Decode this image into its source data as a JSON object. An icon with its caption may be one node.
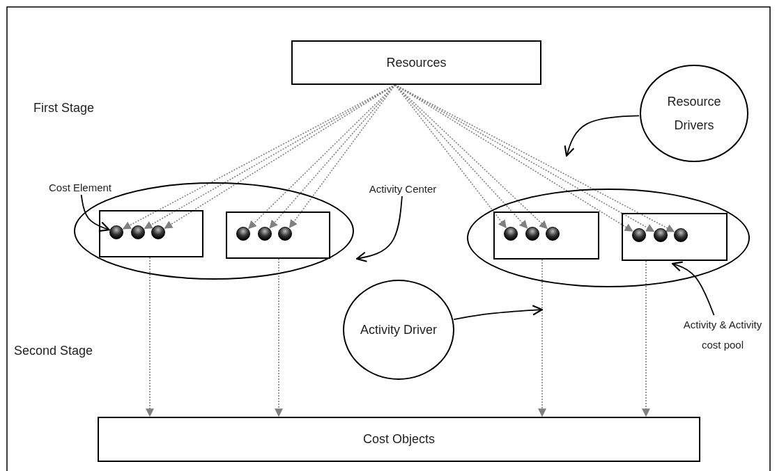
{
  "diagram": {
    "nodes": [
      {
        "text": [
          "Resources"
        ]
      },
      {
        "text": [
          "Resource Drivers"
        ]
      },
      {
        "text": [
          "Cost Element"
        ]
      },
      {
        "text": [
          "Activity Center"
        ]
      },
      {
        "text": [],
        "shape": "ellipse"
      },
      {
        "text": [],
        "shape": "box",
        "in": 4
      },
      {
        "text": [],
        "shape": "box",
        "in": 4
      },
      {
        "text": [],
        "shape": "ellipse"
      },
      {
        "text": [],
        "shape": "box",
        "in": 7
      },
      {
        "text": [],
        "shape": "box",
        "in": 7
      },
      {
        "text": [
          "Activity Driver"
        ]
      },
      {
        "text": [
          "Activity & Activity cost pool"
        ]
      },
      {
        "text": [
          "Cost Objects"
        ]
      },
      {
        "text": [],
        "shape": "circle",
        "in": 5
      },
      {
        "text": [],
        "shape": "circle",
        "in": 5
      },
      {
        "text": [],
        "shape": "circle",
        "in": 5
      },
      {
        "text": [],
        "shape": "circle",
        "in": 6
      },
      {
        "text": [],
        "shape": "circle",
        "in": 6
      },
      {
        "text": [],
        "shape": "circle",
        "in": 6
      },
      {
        "text": [],
        "shape": "circle",
        "in": 8
      },
      {
        "text": [],
        "shape": "circle",
        "in": 8
      },
      {
        "text": [],
        "shape": "circle",
        "in": 8
      },
      {
        "text": [],
        "shape": "circle",
        "in": 9
      },
      {
        "text": [],
        "shape": "circle",
        "in": 9
      },
      {
        "text": [],
        "shape": "circle",
        "in": 9
      }
    ],
    "edges": [
      {
        "from": 0,
        "to": 13,
        "arrow": "to",
        "style": "dashed",
        "color": "#808080"
      },
      {
        "from": 0,
        "to": 14,
        "arrow": "to",
        "style": "dashed",
        "color": "#808080"
      },
      {
        "from": 0,
        "to": 15,
        "arrow": "to",
        "style": "dashed",
        "color": "#808080"
      },
      {
        "from": 0,
        "to": 16,
        "arrow": "to",
        "style": "dashed",
        "color": "#808080"
      },
      {
        "from": 0,
        "to": 17,
        "arrow": "to",
        "style": "dashed",
        "color": "#808080"
      },
      {
        "from": 0,
        "to": 18,
        "arrow": "to",
        "style": "dashed",
        "color": "#808080"
      },
      {
        "from": 0,
        "to": 19,
        "arrow": "to",
        "style": "dashed",
        "color": "#808080"
      },
      {
        "from": 0,
        "to": 20,
        "arrow": "to",
        "style": "dashed",
        "color": "#808080"
      },
      {
        "from": 0,
        "to": 21,
        "arrow": "to",
        "style": "dashed",
        "color": "#808080"
      },
      {
        "from": 0,
        "to": 22,
        "arrow": "to",
        "style": "dashed",
        "color": "#808080"
      },
      {
        "from": 0,
        "to": 23,
        "arrow": "to",
        "style": "dashed",
        "color": "#808080"
      },
      {
        "from": 0,
        "to": 24,
        "arrow": "to",
        "style": "dashed",
        "color": "#808080"
      },
      {
        "from": 5,
        "to": 12,
        "arrow": "to",
        "style": "dashed",
        "color": "#808080"
      },
      {
        "from": 6,
        "to": 12,
        "arrow": "to",
        "style": "dashed",
        "color": "#808080"
      },
      {
        "from": 8,
        "to": 12,
        "arrow": "to",
        "style": "dashed",
        "color": "#808080"
      },
      {
        "from": 9,
        "to": 12,
        "arrow": "to",
        "style": "dashed",
        "color": "#808080"
      },
      {
        "from": 2,
        "to": 13,
        "arrow": "to",
        "color": "#000000"
      },
      {
        "from": 3,
        "to": 4,
        "arrow": "to",
        "color": "#000000"
      },
      {
        "from": 1,
        "to": null,
        "arrow": "to",
        "color": "#000000"
      },
      {
        "from": 10,
        "to": null,
        "arrow": "to",
        "color": "#000000"
      },
      {
        "from": 11,
        "to": 9,
        "arrow": "to",
        "color": "#000000"
      }
    ],
    "labels": [
      "First Stage",
      "Second Stage"
    ]
  }
}
